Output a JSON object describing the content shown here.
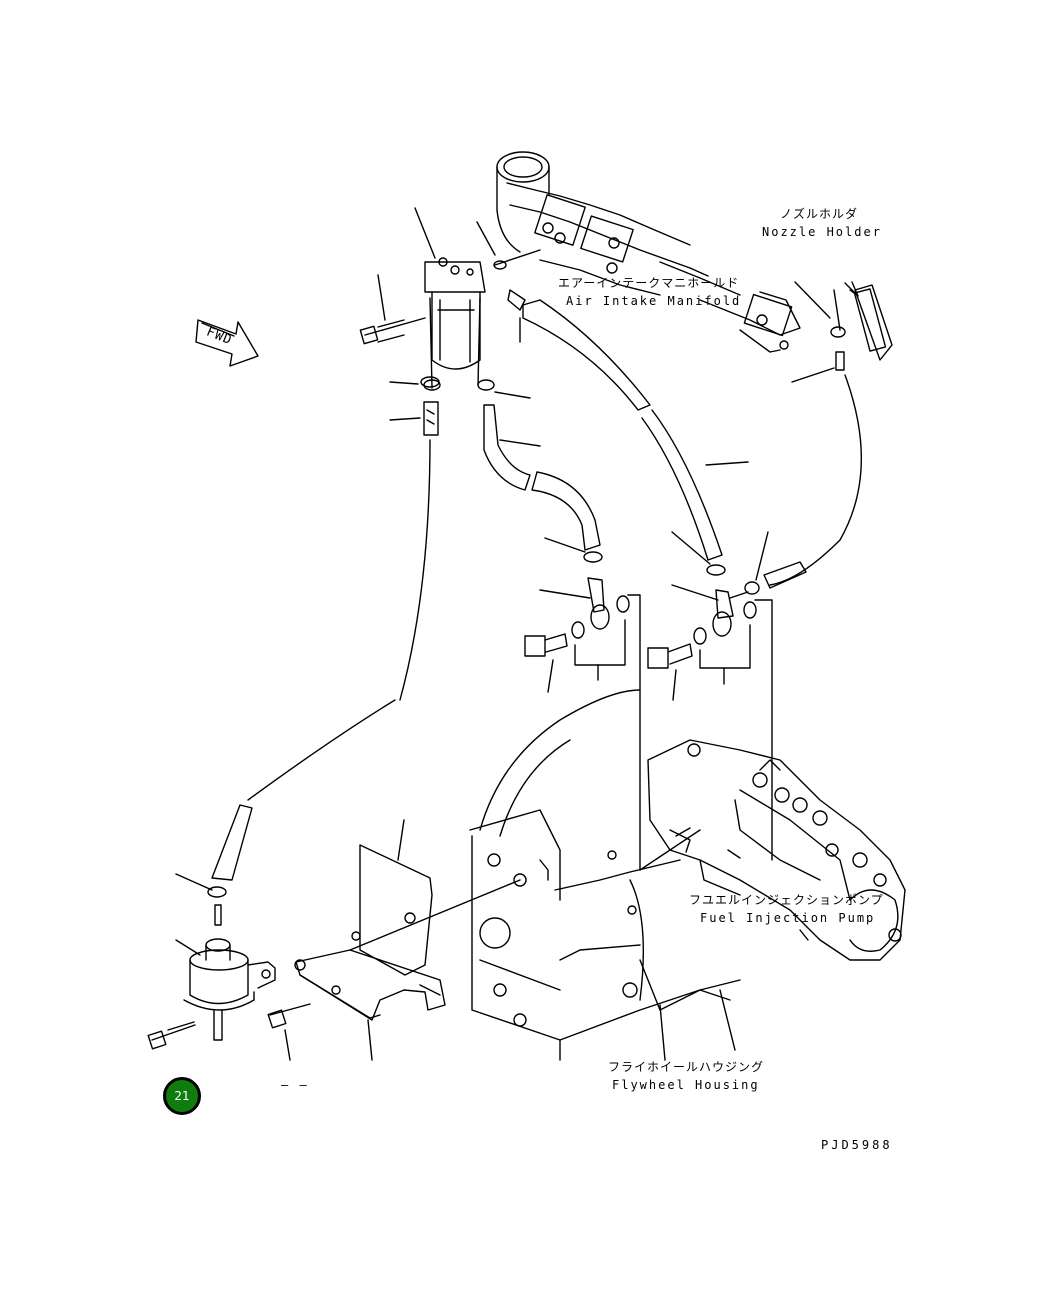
{
  "labels": {
    "air_intake_jp": "エアーインテークマニホールド",
    "air_intake_en": "Air Intake Manifold",
    "nozzle_jp": "ノズルホルダ",
    "nozzle_en": "Nozzle Holder",
    "fuel_pump_jp": "フユエルインジェクションポンプ",
    "fuel_pump_en": "Fuel Injection Pump",
    "flywheel_jp": "フライホイールハウジング",
    "flywheel_en": "Flywheel Housing",
    "fwd": "FWD",
    "dash_marks": "– –"
  },
  "callouts": [
    {
      "id": "part-21",
      "number": "21",
      "color": "#0e7d0e"
    }
  ],
  "drawing_code": "PJD5988"
}
